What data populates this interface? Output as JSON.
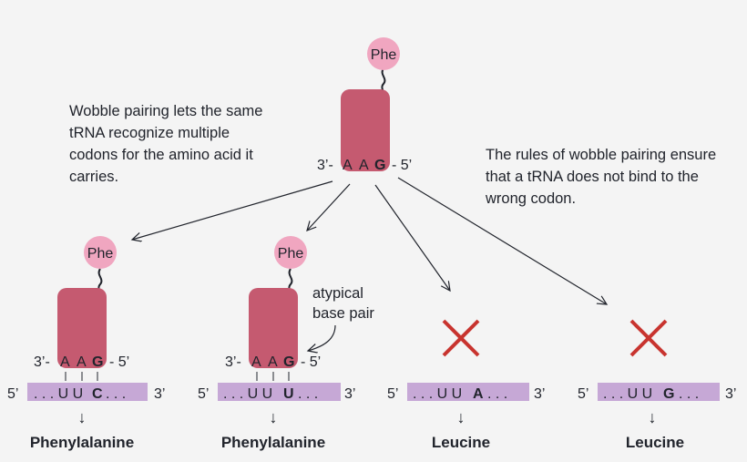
{
  "notes": {
    "left": "Wobble pairing lets the same tRNA recognize multiple codons for the amino acid it carries.",
    "right": "The rules of wobble pairing ensure that a tRNA does not bind to the wrong codon."
  },
  "top_trna": {
    "amino_acid": "Phe",
    "prefix": "3’-",
    "anticodon": [
      "A",
      "A",
      "G"
    ],
    "suffix": "- 5’"
  },
  "annotation": "atypical base pair",
  "panels": [
    {
      "amino_acid": "Phe",
      "anticodon_prefix": "3’-",
      "anticodon": [
        "A",
        "A",
        "G"
      ],
      "anticodon_suffix": "- 5’",
      "mrna_5": "5’",
      "mrna_3": "3’",
      "codon_pre": ". . . U U",
      "codon_bold": "C",
      "codon_post": ". . .",
      "arrow": "↓",
      "result": "Phenylalanine"
    },
    {
      "amino_acid": "Phe",
      "anticodon_prefix": "3’-",
      "anticodon": [
        "A",
        "A",
        "G"
      ],
      "anticodon_suffix": "- 5’",
      "mrna_5": "5’",
      "mrna_3": "3’",
      "codon_pre": ". . . U U",
      "codon_bold": "U",
      "codon_post": ". . .",
      "arrow": "↓",
      "result": "Phenylalanine"
    },
    {
      "mrna_5": "5’",
      "mrna_3": "3’",
      "codon_pre": ". . . U U",
      "codon_bold": "A",
      "codon_post": ". . .",
      "arrow": "↓",
      "result": "Leucine"
    },
    {
      "mrna_5": "5’",
      "mrna_3": "3’",
      "codon_pre": ". . . U U",
      "codon_bold": "G",
      "codon_post": ". . .",
      "arrow": "↓",
      "result": "Leucine"
    }
  ],
  "colors": {
    "trna_body": "#c55a70",
    "amino_acid_circle": "#f0a6c0",
    "mrna_strip": "#c6a8d6",
    "cross": "#c8342f",
    "text": "#21242c"
  },
  "icons": [
    "cross-icon",
    "down-arrow-icon"
  ]
}
